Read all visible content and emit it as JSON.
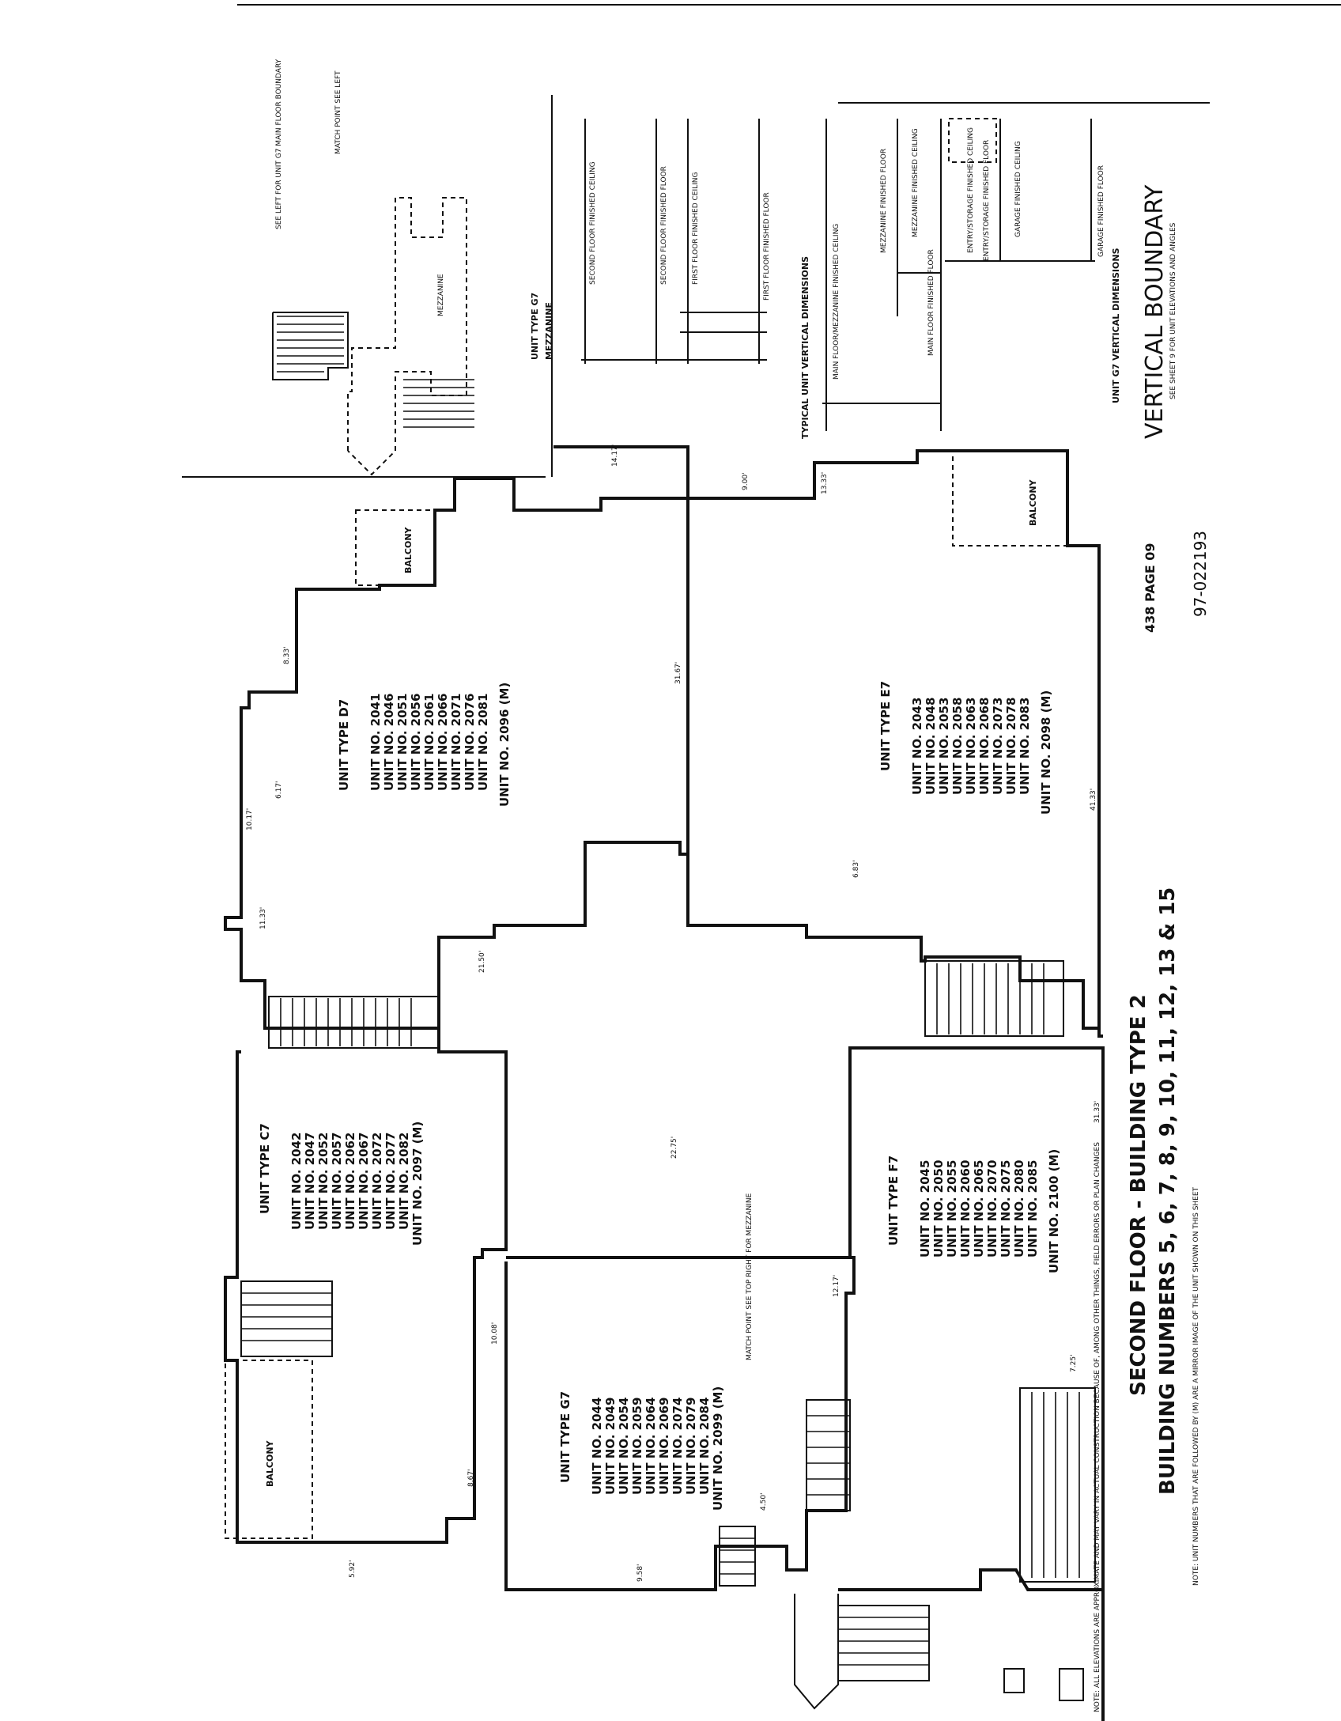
{
  "mezzanine": {
    "title": "UNIT TYPE G7",
    "subtitle": "MEZZANINE",
    "labels": [
      "MEZZANINE",
      "MATCH POINT SEE LEFT",
      "SEE LEFT FOR UNIT G7 MAIN FLOOR BOUNDARY"
    ]
  },
  "typical_vertical": {
    "title": "TYPICAL UNIT VERTICAL DIMENSIONS",
    "labels": [
      "SECOND FLOOR FINISHED CEILING",
      "SECOND FLOOR FINISHED FLOOR",
      "FIRST FLOOR FINISHED CEILING",
      "FIRST FLOOR FINISHED FLOOR"
    ]
  },
  "g7_vertical": {
    "title": "UNIT G7 VERTICAL DIMENSIONS",
    "labels": [
      "MEZZANINE FINISHED FLOOR",
      "MEZZANINE FINISHED CEILING",
      "ENTRY/STORAGE FINISHED CEILING",
      "ENTRY/STORAGE FINISHED FLOOR",
      "GARAGE FINISHED CEILING",
      "GARAGE FINISHED FLOOR",
      "MAIN FLOOR/MEZZANINE FINISHED CEILING",
      "MAIN FLOOR FINISHED FLOOR"
    ]
  },
  "vertical_boundary": {
    "title": "VERTICAL BOUNDARY",
    "note": "SEE SHEET 9 FOR UNIT ELEVATIONS AND ANGLES"
  },
  "units": {
    "d7": {
      "type": "UNIT TYPE D7",
      "numbers": [
        "UNIT NO. 2041",
        "UNIT NO. 2046",
        "UNIT NO. 2051",
        "UNIT NO. 2056",
        "UNIT NO. 2061",
        "UNIT NO. 2066",
        "UNIT NO. 2071",
        "UNIT NO. 2076",
        "UNIT NO. 2081",
        "UNIT NO. 2096 (M)"
      ]
    },
    "e7": {
      "type": "UNIT TYPE E7",
      "numbers": [
        "UNIT NO. 2043",
        "UNIT NO. 2048",
        "UNIT NO. 2053",
        "UNIT NO. 2058",
        "UNIT NO. 2063",
        "UNIT NO. 2068",
        "UNIT NO. 2073",
        "UNIT NO. 2078",
        "UNIT NO. 2083",
        "UNIT NO. 2098 (M)"
      ]
    },
    "c7": {
      "type": "UNIT TYPE C7",
      "numbers": [
        "UNIT NO. 2042",
        "UNIT NO. 2047",
        "UNIT NO. 2052",
        "UNIT NO. 2057",
        "UNIT NO. 2062",
        "UNIT NO. 2067",
        "UNIT NO. 2072",
        "UNIT NO. 2077",
        "UNIT NO. 2082",
        "UNIT NO. 2097 (M)"
      ]
    },
    "f7": {
      "type": "UNIT TYPE F7",
      "numbers": [
        "UNIT NO. 2045",
        "UNIT NO. 2050",
        "UNIT NO. 2055",
        "UNIT NO. 2060",
        "UNIT NO. 2065",
        "UNIT NO. 2070",
        "UNIT NO. 2075",
        "UNIT NO. 2080",
        "UNIT NO. 2085",
        "UNIT NO. 2100 (M)"
      ]
    },
    "g7": {
      "type": "UNIT TYPE G7",
      "numbers": [
        "UNIT NO. 2044",
        "UNIT NO. 2049",
        "UNIT NO. 2054",
        "UNIT NO. 2059",
        "UNIT NO. 2064",
        "UNIT NO. 2069",
        "UNIT NO. 2074",
        "UNIT NO. 2079",
        "UNIT NO. 2084",
        "UNIT NO. 2099 (M)"
      ]
    }
  },
  "plan_labels": {
    "balcony": "BALCONY",
    "match_point": "MATCH POINT SEE TOP RIGHT FOR MEZZANINE"
  },
  "sheet_title": {
    "line1": "SECOND FLOOR - BUILDING TYPE 2",
    "line2": "BUILDING NUMBERS 5, 6, 7, 8, 9, 10, 11, 12, 13 & 15",
    "note": "NOTE: UNIT NUMBERS THAT ARE FOLLOWED BY (M) ARE A MIRROR IMAGE OF THE UNIT SHOWN ON THIS SHEET"
  },
  "stamp": {
    "book": "438 PAGE 09",
    "recording": "97-022193"
  },
  "footnote": "NOTE: ALL ELEVATIONS ARE APPROXIMATE AND MAY VARY IN ACTUAL CONSTRUCTION BECAUSE OF, AMONG OTHER THINGS, FIELD ERRORS OR PLAN CHANGES",
  "dimensions": [
    "8.33'",
    "6.17'",
    "11.33'",
    "10.17'",
    "21.50'",
    "31.67'",
    "41.33'",
    "13.33'",
    "9.00'",
    "14.17'",
    "6.83'",
    "31.33'",
    "7.25'",
    "12.17'",
    "4.50'",
    "8.67'",
    "10.08'",
    "5.92'",
    "9.58'",
    "22.75'"
  ]
}
